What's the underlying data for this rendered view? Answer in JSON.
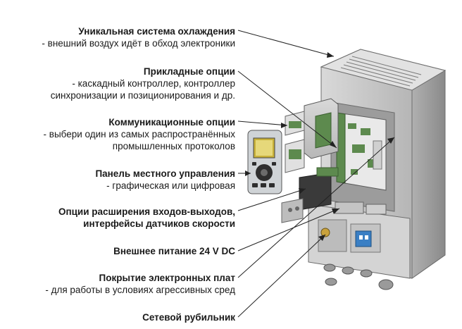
{
  "callouts": [
    {
      "title": "Уникальная система охлаждения",
      "desc": [
        "- внешний воздух идёт в обход электроники"
      ]
    },
    {
      "title": "Прикладные опции",
      "desc": [
        "- каскадный контроллер, контроллер",
        "синхронизации и позиционирования и др."
      ]
    },
    {
      "title": "Коммуникационные опции",
      "desc": [
        "- выбери один из самых распространённых",
        "промышленных протоколов"
      ]
    },
    {
      "title": "Панель местного управления",
      "desc": [
        "- графическая или цифровая"
      ]
    },
    {
      "title": "Опции расширения входов-выходов,",
      "desc": [
        "интерфейсы датчиков скорости"
      ]
    },
    {
      "title": "Внешнее питание 24 V DC",
      "desc": []
    },
    {
      "title": "Покрытие электронных плат",
      "desc": [
        "- для работы в условиях агрессивных сред"
      ]
    },
    {
      "title": "Сетевой рубильник",
      "desc": []
    }
  ],
  "colors": {
    "text": "#1a1a1a",
    "housing": "#c9c9c9",
    "housing_dark": "#8d8d8d",
    "board_green": "#5d8a4e",
    "board_light": "#e6e6e6",
    "terminal_blue": "#3a7fc4",
    "leader": "#222222"
  }
}
